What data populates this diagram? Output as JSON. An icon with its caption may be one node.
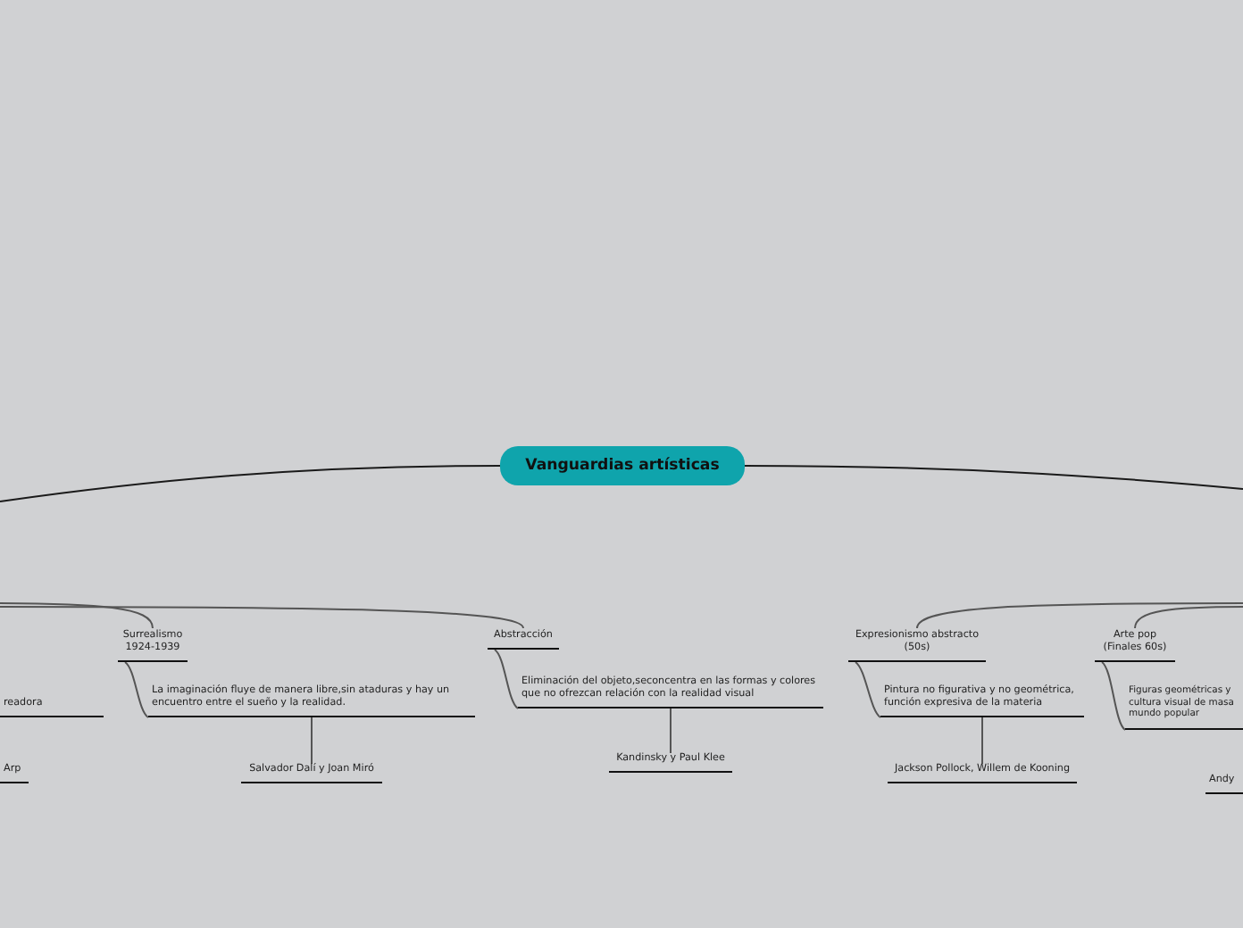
{
  "diagram": {
    "nodes": [
      {
        "text": [
          "Vanguardias artísticas"
        ]
      },
      {
        "text": [
          "readora"
        ]
      },
      {
        "text": [
          "Arp"
        ]
      },
      {
        "text": [
          "Surrealismo 1924-1939"
        ]
      },
      {
        "text": [
          "La imaginación fluye de manera libre,sin ataduras y hay un encuentro entre el sueño y la realidad."
        ]
      },
      {
        "text": [
          "Salvador Dalí y Joan Miró"
        ]
      },
      {
        "text": [
          "Abstracción"
        ]
      },
      {
        "text": [
          "Eliminación del objeto,seconcentra en las formas y colores que no ofrezcan relación con la realidad visual"
        ]
      },
      {
        "text": [
          "Kandinsky y Paul Klee"
        ]
      },
      {
        "text": [
          "Expresionismo abstracto (50s)"
        ]
      },
      {
        "text": [
          "Pintura no figurativa y no geométrica, función expresiva de la materia"
        ]
      },
      {
        "text": [
          "Jackson Pollock, Willem de Kooning"
        ]
      },
      {
        "text": [
          "Arte pop (Finales 60s)"
        ]
      },
      {
        "text": [
          "Figuras geométricas y cultura visual de masa mundo popular"
        ]
      },
      {
        "text": [
          "Andy"
        ]
      }
    ],
    "edges": [
      {
        "from": 0,
        "to": null,
        "arrow": "none",
        "color": "#1a1a1a"
      },
      {
        "from": 0,
        "to": null,
        "arrow": "none",
        "color": "#1a1a1a"
      },
      {
        "from": null,
        "to": 3,
        "arrow": "none"
      },
      {
        "from": null,
        "to": 6,
        "arrow": "none"
      },
      {
        "from": null,
        "to": 9,
        "arrow": "none"
      },
      {
        "from": null,
        "to": 12,
        "arrow": "none"
      },
      {
        "from": 3,
        "to": 4,
        "arrow": "none"
      },
      {
        "from": 4,
        "to": 5,
        "arrow": "none"
      },
      {
        "from": 6,
        "to": 7,
        "arrow": "none"
      },
      {
        "from": 7,
        "to": 8,
        "arrow": "none"
      },
      {
        "from": 9,
        "to": 10,
        "arrow": "none"
      },
      {
        "from": 10,
        "to": 11,
        "arrow": "none"
      },
      {
        "from": 12,
        "to": 13,
        "arrow": "none"
      }
    ]
  }
}
